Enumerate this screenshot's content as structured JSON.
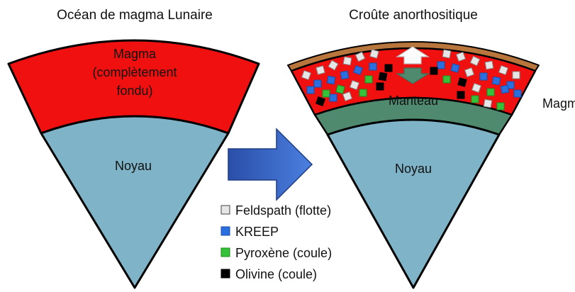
{
  "left_panel": {
    "title": "Océan de magma Lunaire",
    "magma_label_lines": [
      "Magma",
      "(complètement",
      "fondu)"
    ],
    "core_label": "Noyau"
  },
  "right_panel": {
    "title": "Croûte anorthositique",
    "mantle_label": "Manteau",
    "magma_label": "Magma",
    "core_label": "Noyau"
  },
  "legend": [
    {
      "label": "Feldspath (flotte)",
      "color": "#e6e6e6"
    },
    {
      "label": "KREEP",
      "color": "#2a6fe0"
    },
    {
      "label": "Pyroxène (coule)",
      "color": "#35c238"
    },
    {
      "label": "Olivine (coule)",
      "color": "#000000"
    }
  ],
  "colors": {
    "magma": "#f01010",
    "core": "#7fb4c8",
    "mantle": "#4f8a6f",
    "crust": "#b8763c",
    "arrow": "#2d58b8"
  }
}
